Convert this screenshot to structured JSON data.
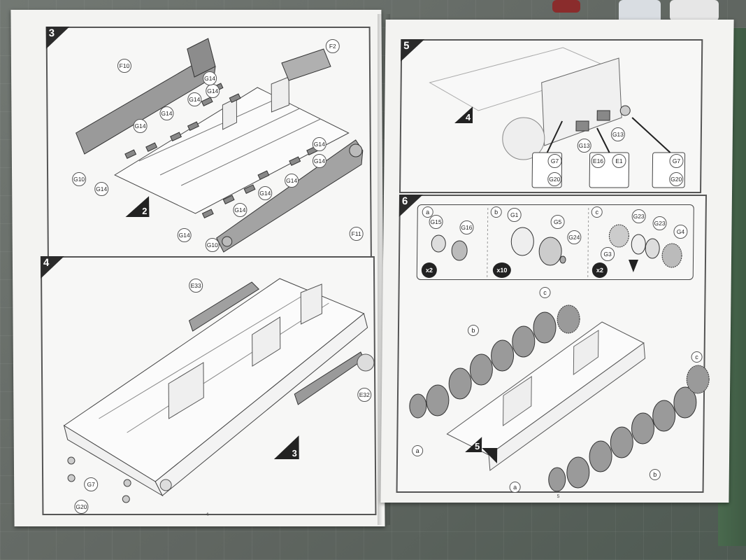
{
  "left_page": {
    "page_number": "4",
    "step3": {
      "number": "3",
      "ref_step": "2",
      "labels": {
        "f10": "F10",
        "f2": "F2",
        "f11": "F11",
        "g14_a": "G14",
        "g14_b": "G14",
        "g14_c": "G14",
        "g14_d": "G14",
        "g14_e": "G14",
        "g14_f": "G14",
        "g14_g": "G14",
        "g14_h": "G14",
        "g14_i": "G14",
        "g14_j": "G14",
        "g14_k": "G14",
        "g14_l": "G14",
        "g10_a": "G10",
        "g10_b": "G10"
      }
    },
    "step4": {
      "number": "4",
      "ref_step": "3",
      "labels": {
        "e33": "E33",
        "e32": "E32",
        "g7": "G7",
        "g20": "G20"
      }
    }
  },
  "right_page": {
    "page_number": "5",
    "step5": {
      "number": "5",
      "ref_step": "4",
      "labels": {
        "g13_a": "G13",
        "g13_b": "G13",
        "g7_a": "G7",
        "g20_a": "G20",
        "e16": "E16",
        "e1": "E1",
        "g7_b": "G7",
        "g20_b": "G20"
      }
    },
    "step6": {
      "number": "6",
      "ref_step": "5",
      "sub_a": {
        "letter": "a",
        "parts": [
          "G15",
          "G16"
        ],
        "multiplier": "x2"
      },
      "sub_b": {
        "letter": "b",
        "parts": [
          "G1",
          "G5",
          "G24"
        ],
        "multiplier": "x10"
      },
      "sub_c": {
        "letter": "c",
        "parts": [
          "G23",
          "G23",
          "G3",
          "G4"
        ],
        "multiplier": "x2"
      },
      "callouts": {
        "c_top": "c",
        "b_top": "b",
        "c_right": "c",
        "a_left": "a",
        "b_bottom": "b",
        "a_bottom": "a"
      }
    }
  },
  "colors": {
    "page": "#f3f3f1",
    "panel_border": "#555555",
    "part_grey": "#9a9a9a",
    "mat": "#6e7470"
  }
}
